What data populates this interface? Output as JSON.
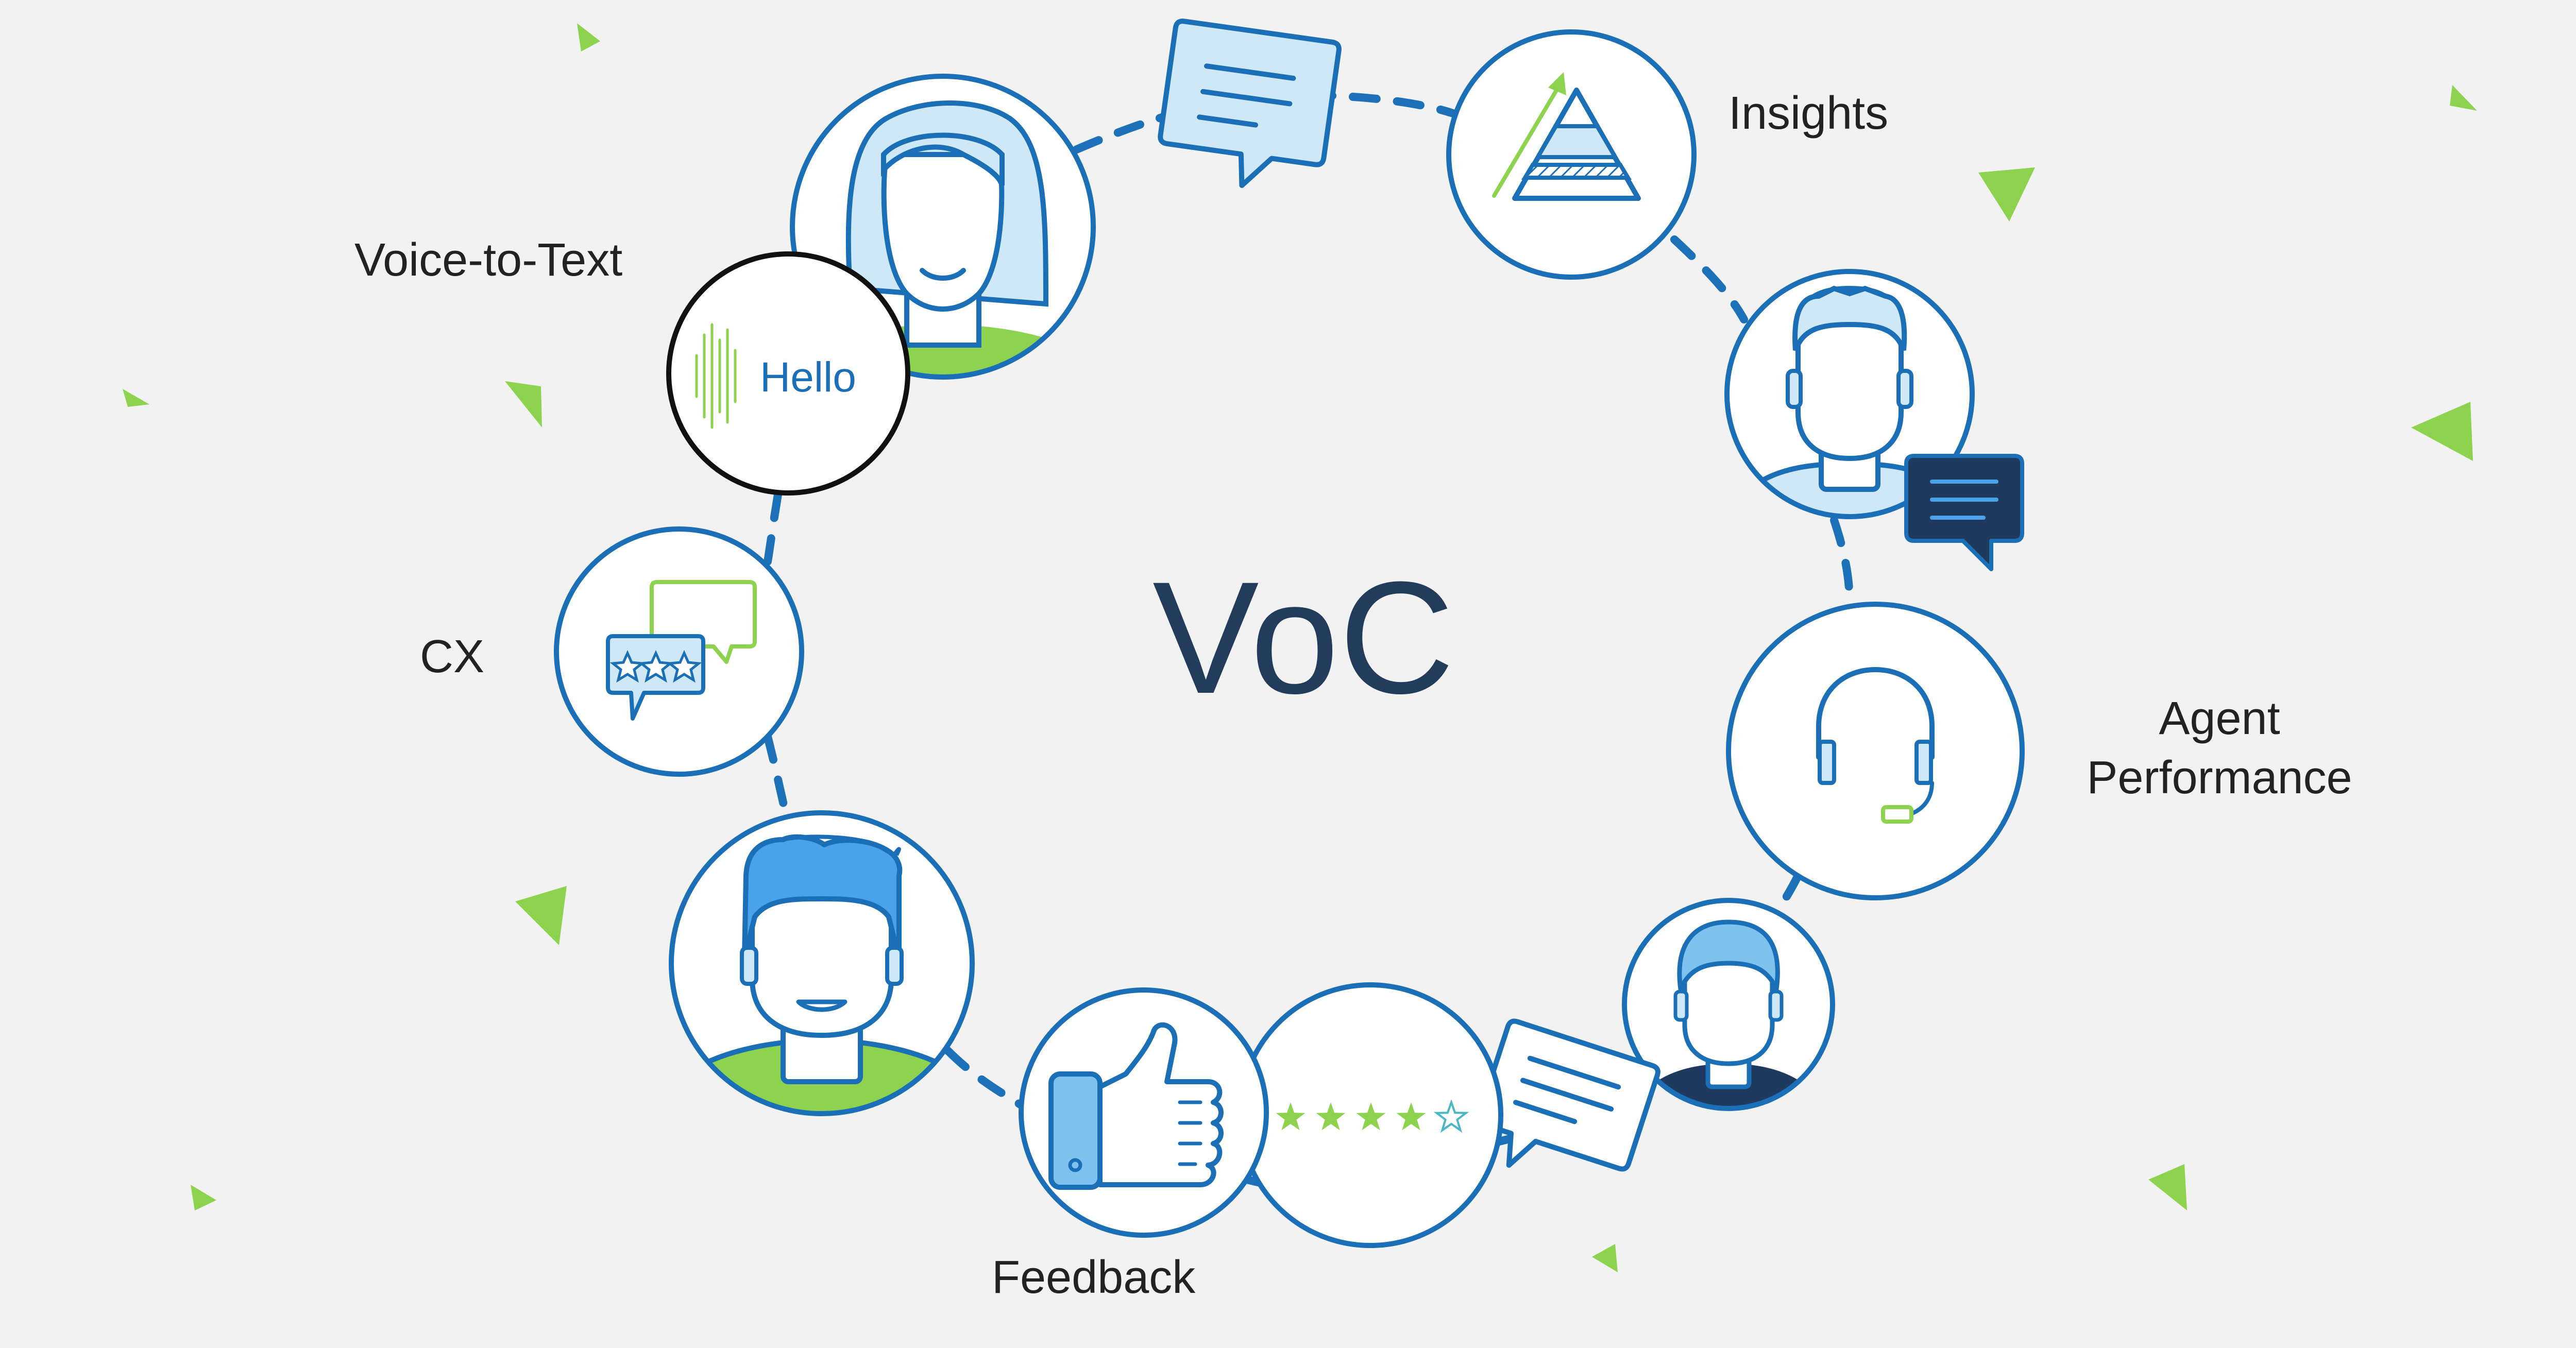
{
  "title": "VoC",
  "labels": {
    "voice_to_text": "Voice-to-Text",
    "insights": "Insights",
    "cx": "CX",
    "agent_performance_line1": "Agent",
    "agent_performance_line2": "Performance",
    "feedback": "Feedback"
  },
  "bubble_text": {
    "hello": "Hello"
  },
  "rating": {
    "filled_stars": 4,
    "total_stars": 5
  },
  "colors": {
    "background": "#f2f2f2",
    "primary_blue": "#1b6fb6",
    "dash_blue": "#1d71b8",
    "light_blue": "#cfe8f7",
    "hair_blue": "#7ec3ef",
    "accent_green": "#8dd34f",
    "navy": "#1f3a5f",
    "title_navy": "#233c5c",
    "label_dark": "#222222",
    "dark_outline": "#111111"
  },
  "icons": [
    "woman-avatar-icon",
    "hello-voice-icon",
    "chat-bubble-icon",
    "pyramid-chart-icon",
    "man-avatar-icon",
    "dark-chat-bubble-icon",
    "headset-icon",
    "user-avatar-icon",
    "chat-bubble-icon",
    "star-rating-icon",
    "thumbs-up-icon",
    "smiling-man-icon",
    "cx-chat-icon"
  ]
}
